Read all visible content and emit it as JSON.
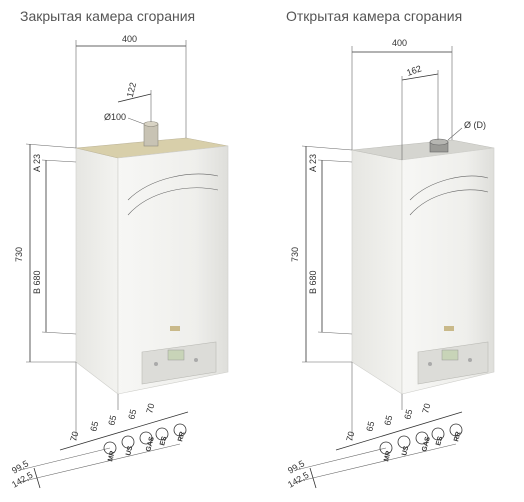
{
  "titles": {
    "left": "Закрытая камера сгорания",
    "right": "Открытая камера сгорания"
  },
  "left": {
    "width": "400",
    "flue_offset": "122",
    "flue_diameter": "Ø100",
    "depth_a": "A 23",
    "height_total": "730",
    "height_b": "B 680",
    "pipe_spacing": [
      "70",
      "65",
      "65",
      "65",
      "70"
    ],
    "pipe_labels": [
      "RR",
      "ES",
      "GAS",
      "US",
      "MR"
    ],
    "bottom_dims": [
      "99,5",
      "142,5"
    ]
  },
  "right": {
    "width": "400",
    "flue_offset": "162",
    "flue_diameter": "Ø (D)",
    "depth_a": "A 23",
    "height_total": "730",
    "height_b": "B 680",
    "pipe_spacing": [
      "70",
      "65",
      "65",
      "65",
      "70"
    ],
    "pipe_labels": [
      "RR",
      "ES",
      "GAS",
      "US",
      "MR"
    ],
    "bottom_dims": [
      "99,5",
      "142,5"
    ]
  },
  "colors": {
    "body": "#f4f4f2",
    "shadow": "#d9d9d6",
    "panel": "#dcdcd8",
    "flue": "#c8c3b4"
  }
}
